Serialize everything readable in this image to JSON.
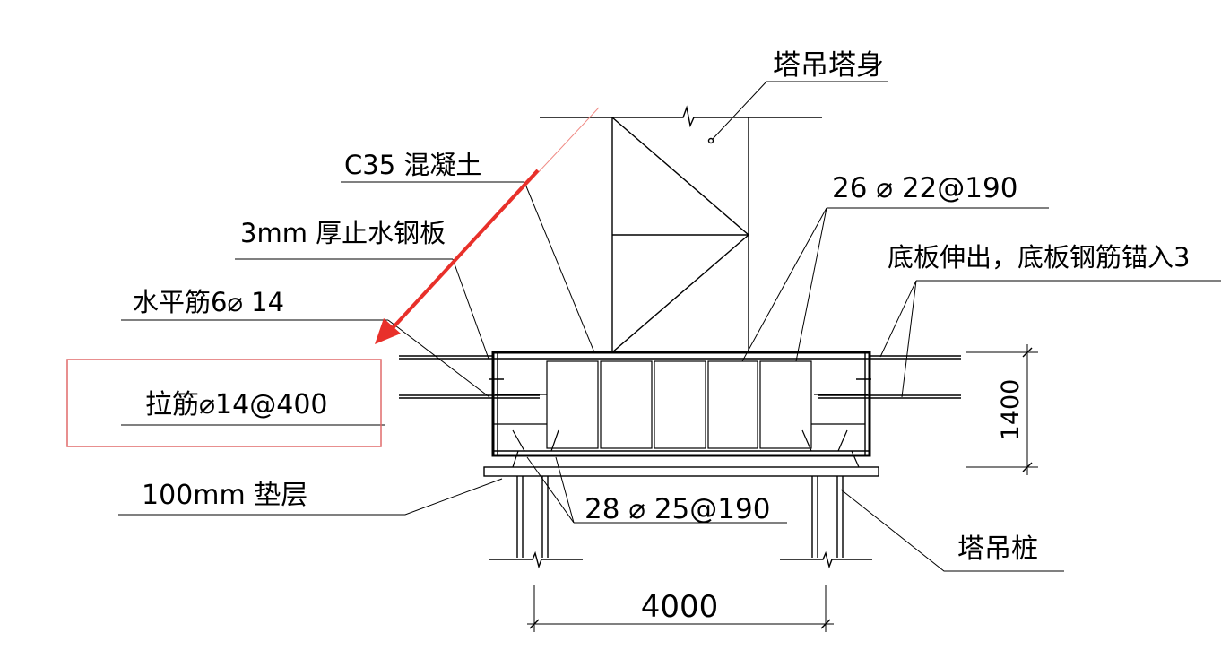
{
  "labels": {
    "tower_body": "塔吊塔身",
    "concrete": "C35 混凝土",
    "steel_plate": "3mm 厚止水钢板",
    "horizontal_bar": "水平筋6⌀ 14",
    "tie_bar": "拉筋⌀14@400",
    "cushion": "100mm 垫层",
    "top_bar": "26 ⌀ 22@190",
    "base_extend": "底板伸出，底板钢筋锚入3",
    "bottom_bar": "28 ⌀ 25@190",
    "pile": "塔吊桩"
  },
  "dimensions": {
    "width": "4000",
    "height": "1400"
  },
  "colors": {
    "line": "#000000",
    "arrow": "#e8302a",
    "highlight_box": "#e06a6a"
  }
}
